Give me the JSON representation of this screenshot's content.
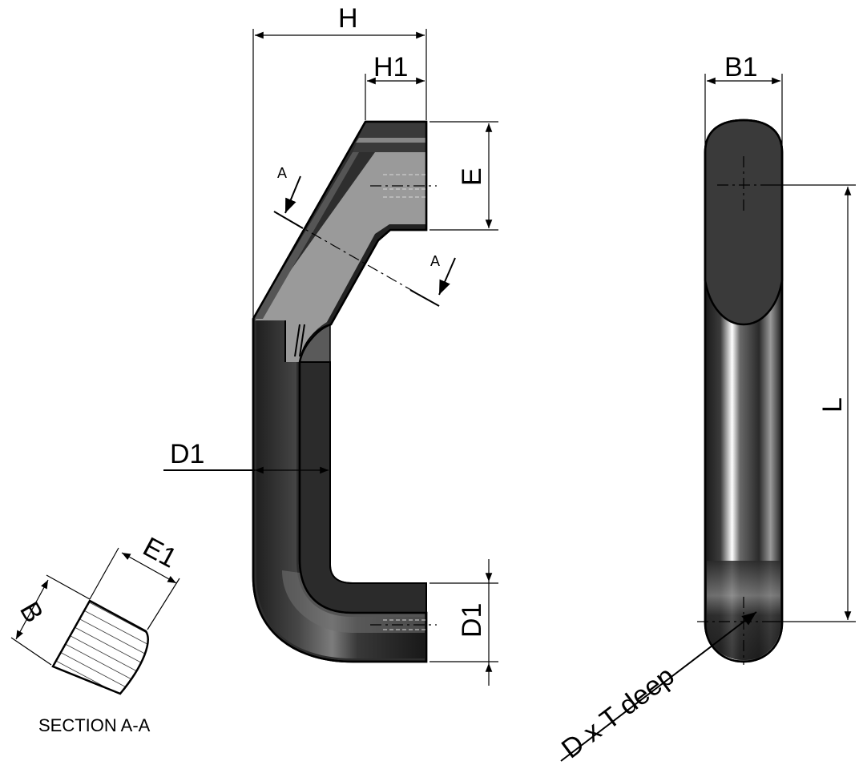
{
  "labels": {
    "H": "H",
    "H1": "H1",
    "E": "E",
    "E1": "E1",
    "B": "B",
    "B1": "B1",
    "D1_side": "D1",
    "D1_bottom": "D1",
    "L": "L",
    "A_top": "A",
    "A_bottom": "A",
    "hole": "D x T deep",
    "section": "SECTION A-A"
  },
  "colors": {
    "body_dark": "#2e2e2e",
    "body_mid": "#4a4a4a",
    "face_light": "#9a9a9a",
    "highlight": "#d9d9d9"
  }
}
